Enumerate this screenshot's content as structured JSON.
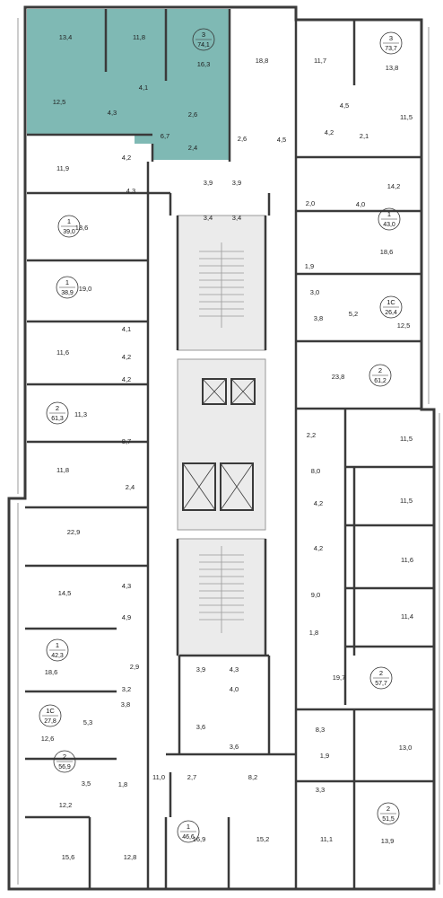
{
  "colors": {
    "wall": "#3a3a3a",
    "thin": "#9a9a9a",
    "highlight": "#7fb9b4",
    "core": "#ebebeb",
    "bg": "#ffffff"
  },
  "highlighted_apartment": {
    "rooms": "3",
    "area": "74,1"
  },
  "badges": [
    {
      "num": "3",
      "area": "74,1"
    },
    {
      "num": "3",
      "area": "73,7"
    },
    {
      "num": "1",
      "area": "39,0"
    },
    {
      "num": "1",
      "area": "43,0"
    },
    {
      "num": "1",
      "area": "38,9"
    },
    {
      "num": "1С",
      "area": "26,4"
    },
    {
      "num": "2",
      "area": "61,2"
    },
    {
      "num": "2",
      "area": "61,3"
    },
    {
      "num": "1",
      "area": "42,3"
    },
    {
      "num": "2",
      "area": "57,7"
    },
    {
      "num": "1С",
      "area": "27,8"
    },
    {
      "num": "2",
      "area": "56,9"
    },
    {
      "num": "2",
      "area": "51,5"
    },
    {
      "num": "1",
      "area": "46,6"
    }
  ],
  "rooms": [
    "13,4",
    "11,8",
    "16,3",
    "18,8",
    "11,7",
    "13,8",
    "12,5",
    "4,1",
    "4,3",
    "2,6",
    "6,7",
    "2,4",
    "2,6",
    "4,5",
    "4,5",
    "4,2",
    "2,1",
    "11,5",
    "11,9",
    "4,2",
    "4,3",
    "3,9",
    "3,9",
    "3,4",
    "3,4",
    "14,2",
    "4,0",
    "18,6",
    "2,0",
    "18,6",
    "1,9",
    "19,0",
    "3,0",
    "5,2",
    "12,5",
    "3,8",
    "4,1",
    "11,6",
    "23,8",
    "4,2",
    "4,2",
    "11,3",
    "8,7",
    "2,2",
    "11,5",
    "8,0",
    "11,8",
    "2,4",
    "11,5",
    "22,9",
    "4,2",
    "4,2",
    "11,6",
    "14,5",
    "4,3",
    "9,0",
    "4,9",
    "11,4",
    "18,6",
    "2,9",
    "1,8",
    "3,9",
    "4,3",
    "19,7",
    "4,0",
    "3,2",
    "3,8",
    "5,3",
    "3,6",
    "3,6",
    "12,6",
    "8,3",
    "13,0",
    "1,9",
    "3,3",
    "3,5",
    "1,8",
    "11,0",
    "2,7",
    "8,2",
    "12,2",
    "11,1",
    "13,9",
    "15,6",
    "12,8",
    "16,9",
    "15,2"
  ]
}
